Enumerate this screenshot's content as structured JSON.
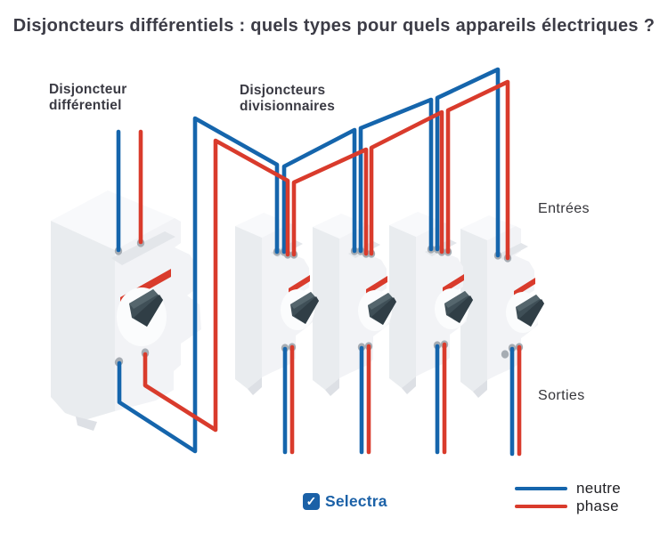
{
  "title": "Disjoncteurs différentiels : quels types pour quels appareils électriques ?",
  "labels": {
    "differential": {
      "line1": "Disjoncteur",
      "line2": "différentiel"
    },
    "divisional": {
      "line1": "Disjoncteurs",
      "line2": "divisionnaires"
    },
    "inputs": "Entrées",
    "outputs": "Sorties"
  },
  "legend": {
    "neutral_label": "neutre",
    "phase_label": "phase"
  },
  "brand": {
    "name": "Selectra",
    "icon": "check-square-icon"
  },
  "diagram": {
    "differential_breaker_count": 1,
    "divisional_breaker_count": 4
  },
  "colors": {
    "neutral_wire": "#1565ac",
    "phase_wire": "#d93b2c",
    "breaker_body_light": "#f2f3f6",
    "breaker_body_mid": "#e9ecef",
    "breaker_body_shadow": "#dde0e5",
    "breaker_top": "#f8f9fb",
    "entry_shelf": "#e3e6ea",
    "medallion": "#fbfcfd",
    "toggle": "#3f4f57",
    "toggle_dark": "#303e46",
    "toggle_light": "#55666d",
    "terminal": "#a6acb3",
    "title_text": "#3c3c46",
    "brand_blue": "#1b61a7"
  }
}
